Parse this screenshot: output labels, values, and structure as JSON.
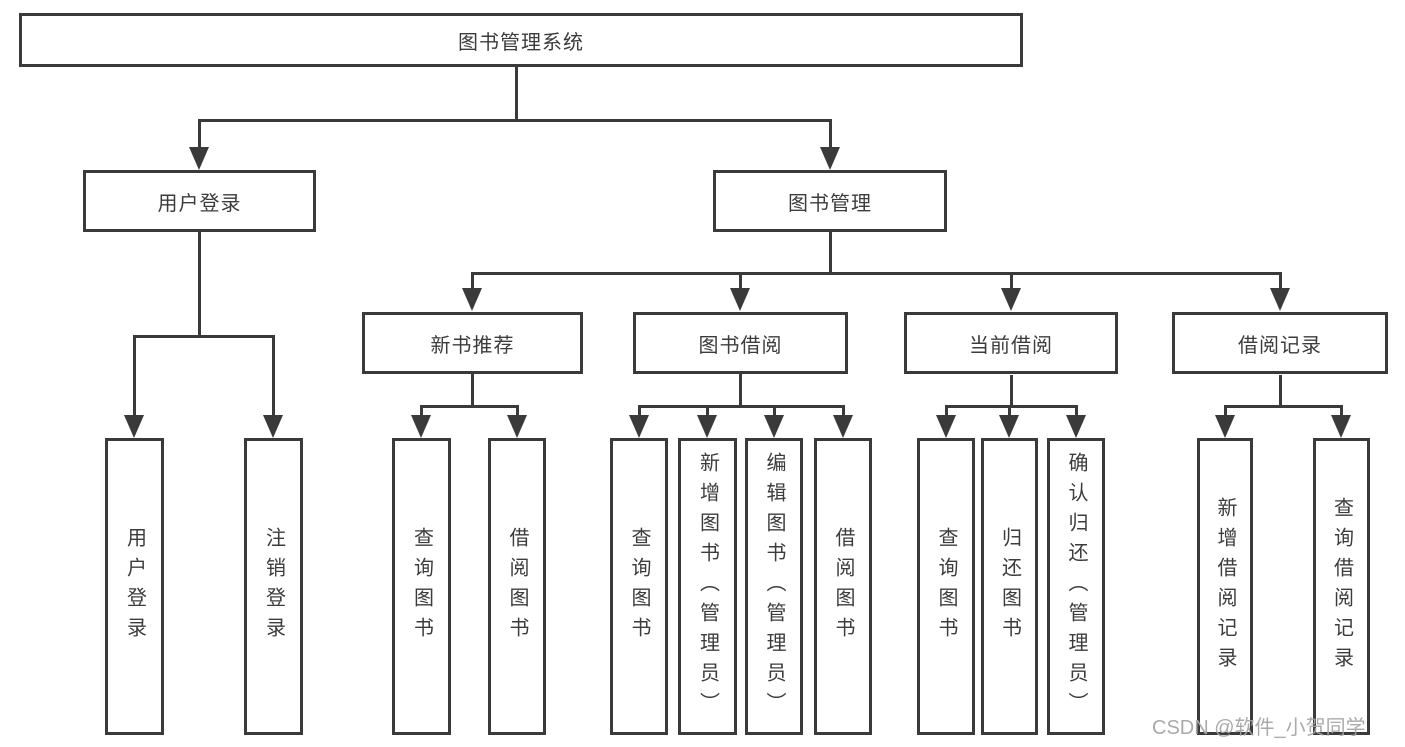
{
  "nodes": {
    "root": "图书管理系统",
    "level2": [
      "用户登录",
      "图书管理"
    ],
    "level3": [
      "新书推荐",
      "图书借阅",
      "当前借阅",
      "借阅记录"
    ],
    "leaves": {
      "user_login": [
        "用户登录",
        "注销登录"
      ],
      "new_book": [
        "查询图书",
        "借阅图书"
      ],
      "book_borrow": [
        "查询图书",
        "新增图书（管理员）",
        "编辑图书（管理员）",
        "借阅图书"
      ],
      "current_borrow": [
        "查询图书",
        "归还图书",
        "确认归还（管理员）"
      ],
      "borrow_record": [
        "新增借阅记录",
        "查询借阅记录"
      ]
    }
  },
  "watermark": {
    "text": "CSDN @软件_小贺同学"
  },
  "colors": {
    "line": "#3a3a3a",
    "text": "#3c3c3c",
    "background": "#ffffff",
    "watermark": "#a5a5a5"
  }
}
